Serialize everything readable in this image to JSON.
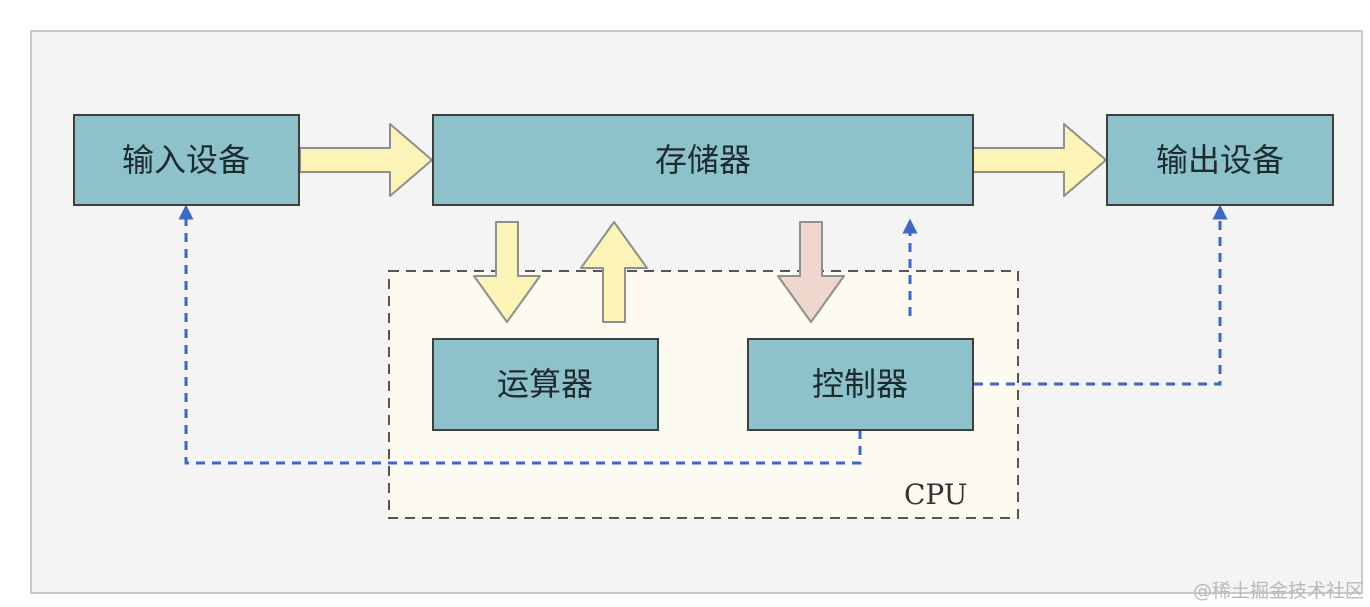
{
  "diagram": {
    "boxes": {
      "input": "输入设备",
      "memory": "存储器",
      "output": "输出设备",
      "alu": "运算器",
      "control": "控制器"
    },
    "cpu_label": "CPU"
  },
  "watermark": "@稀土掘金技术社区",
  "colors": {
    "box_fill": "#8dc2cb",
    "cpu_fill": "#fdfaf0",
    "canvas_fill": "#f4f4f4",
    "data_arrow": "#fbf4b6",
    "control_arrow": "#f0d7cd",
    "control_line": "#3a67c8"
  }
}
